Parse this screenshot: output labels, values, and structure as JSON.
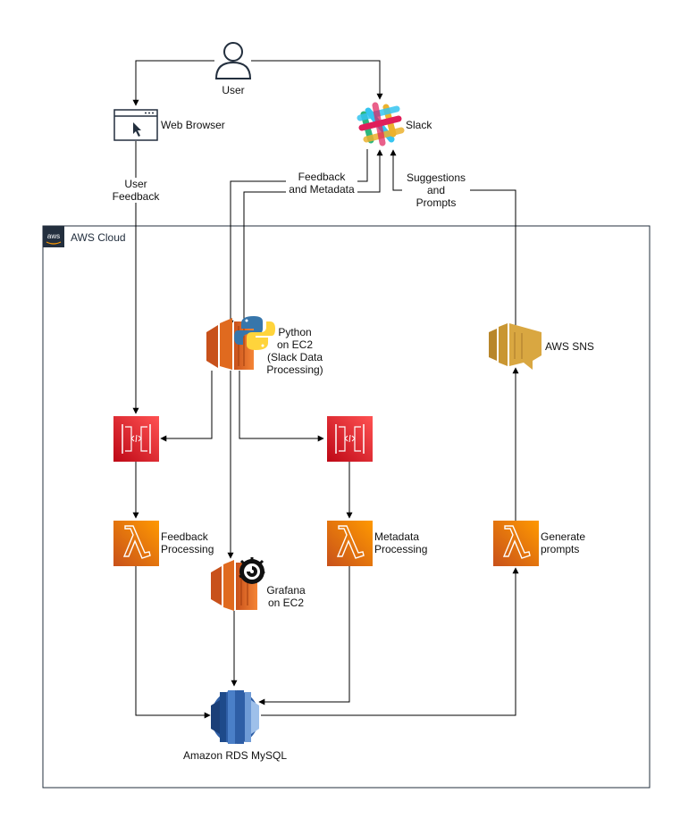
{
  "cloud": {
    "title": "AWS Cloud",
    "badge": "aws"
  },
  "nodes": {
    "user": "User",
    "web_browser": "Web Browser",
    "slack": "Slack",
    "python_ec2": "Python\non EC2\n(Slack Data\nProcessing)",
    "aws_sns": "AWS SNS",
    "feedback_processing": "Feedback\nProcessing",
    "metadata_processing": "Metadata\nProcessing",
    "generate_prompts": "Generate\nprompts",
    "grafana_ec2": "Grafana\non EC2",
    "rds": "Amazon RDS MySQL"
  },
  "edges": {
    "user_feedback": "User\nFeedback",
    "feedback_metadata": "Feedback\nand Metadata",
    "suggestions_prompts": "Suggestions\nand\nPrompts"
  },
  "colors": {
    "aws_dark": "#232f3e",
    "ec2_orange": "#f58536",
    "lambda_orange": "#f58534",
    "api_gateway_red": "#e7157b",
    "sns_gold": "#d9a741",
    "rds_blue": "#3b6fb6",
    "python_blue": "#3776ab",
    "python_yellow": "#ffd43b"
  }
}
